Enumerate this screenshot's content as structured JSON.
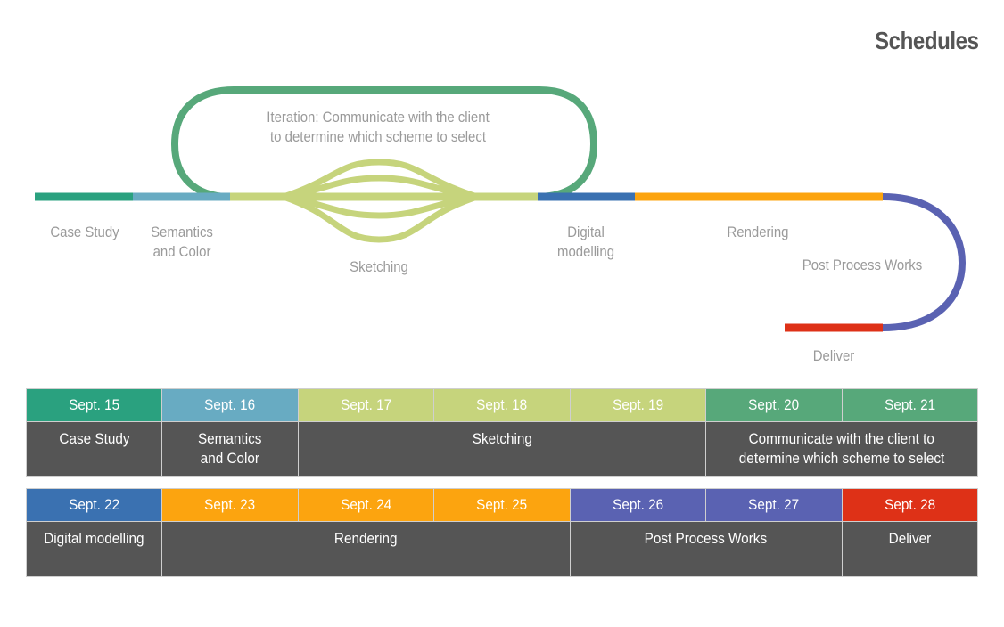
{
  "title": "Schedules",
  "colors": {
    "case_study": "#2aa17f",
    "semantics": "#68abc2",
    "sketching": "#c6d47c",
    "iteration": "#57a87a",
    "digital": "#3a71b1",
    "rendering": "#fca40f",
    "post_process": "#5a62b2",
    "deliver": "#de3117",
    "task_bg": "#555555",
    "label_text": "#9a9a9a"
  },
  "flow": {
    "stages": [
      {
        "key": "case_study",
        "label_lines": [
          "Case Study"
        ]
      },
      {
        "key": "semantics",
        "label_lines": [
          "Semantics",
          "and Color"
        ]
      },
      {
        "key": "sketching",
        "label_lines": [
          "Sketching"
        ]
      },
      {
        "key": "digital",
        "label_lines": [
          "Digital",
          "modelling"
        ]
      },
      {
        "key": "rendering",
        "label_lines": [
          "Rendering"
        ]
      },
      {
        "key": "post_process",
        "label_lines": [
          "Post Process Works"
        ]
      },
      {
        "key": "deliver",
        "label_lines": [
          "Deliver"
        ]
      }
    ],
    "iteration_lines": [
      "Iteration: Communicate with the client",
      "to determine which scheme to select"
    ]
  },
  "schedule": {
    "week1": {
      "dates": [
        {
          "label": "Sept. 15",
          "color_key": "case_study"
        },
        {
          "label": "Sept. 16",
          "color_key": "semantics"
        },
        {
          "label": "Sept. 17",
          "color_key": "sketching"
        },
        {
          "label": "Sept. 18",
          "color_key": "sketching"
        },
        {
          "label": "Sept. 19",
          "color_key": "sketching"
        },
        {
          "label": "Sept. 20",
          "color_key": "iteration"
        },
        {
          "label": "Sept. 21",
          "color_key": "iteration"
        }
      ],
      "tasks": [
        {
          "lines": [
            "Case Study"
          ],
          "span": 1
        },
        {
          "lines": [
            "Semantics",
            "and Color"
          ],
          "span": 1
        },
        {
          "lines": [
            "Sketching"
          ],
          "span": 3
        },
        {
          "lines": [
            "Communicate with the client to",
            "determine which scheme to select"
          ],
          "span": 2
        }
      ]
    },
    "week2": {
      "dates": [
        {
          "label": "Sept. 22",
          "color_key": "digital"
        },
        {
          "label": "Sept. 23",
          "color_key": "rendering"
        },
        {
          "label": "Sept. 24",
          "color_key": "rendering"
        },
        {
          "label": "Sept. 25",
          "color_key": "rendering"
        },
        {
          "label": "Sept. 26",
          "color_key": "post_process"
        },
        {
          "label": "Sept. 27",
          "color_key": "post_process"
        },
        {
          "label": "Sept. 28",
          "color_key": "deliver"
        }
      ],
      "tasks": [
        {
          "lines": [
            "Digital modelling"
          ],
          "span": 1
        },
        {
          "lines": [
            "Rendering"
          ],
          "span": 3
        },
        {
          "lines": [
            "Post Process Works"
          ],
          "span": 2
        },
        {
          "lines": [
            "Deliver"
          ],
          "span": 1
        }
      ]
    }
  }
}
